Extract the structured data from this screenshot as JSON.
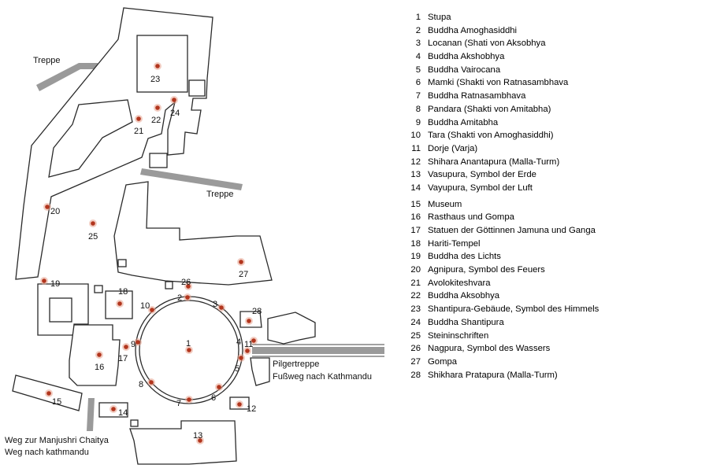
{
  "map": {
    "labels": {
      "stairs_top": "Treppe",
      "stairs_mid": "Treppe",
      "pilgrim_stairs": "Pilgertreppe",
      "footpath": "Fußweg nach Kathmandu",
      "way_manjushri": "Weg zur Manjushri Chaitya",
      "way_kathmandu": "Weg nach kathmandu"
    },
    "markers": [
      {
        "id": "1",
        "label": "1"
      },
      {
        "id": "2",
        "label": "2"
      },
      {
        "id": "3",
        "label": "3"
      },
      {
        "id": "4",
        "label": "4"
      },
      {
        "id": "5",
        "label": "5"
      },
      {
        "id": "6",
        "label": "6"
      },
      {
        "id": "7",
        "label": "7"
      },
      {
        "id": "8",
        "label": "8"
      },
      {
        "id": "9",
        "label": "9"
      },
      {
        "id": "10",
        "label": "10"
      },
      {
        "id": "11",
        "label": "11"
      },
      {
        "id": "12",
        "label": "12"
      },
      {
        "id": "13",
        "label": "13"
      },
      {
        "id": "14",
        "label": "14"
      },
      {
        "id": "15",
        "label": "15"
      },
      {
        "id": "16",
        "label": "16"
      },
      {
        "id": "17",
        "label": "17"
      },
      {
        "id": "18",
        "label": "18"
      },
      {
        "id": "19",
        "label": "19"
      },
      {
        "id": "20",
        "label": "20"
      },
      {
        "id": "21",
        "label": "21"
      },
      {
        "id": "22",
        "label": "22"
      },
      {
        "id": "23",
        "label": "23"
      },
      {
        "id": "24",
        "label": "24"
      },
      {
        "id": "25",
        "label": "25"
      },
      {
        "id": "26",
        "label": "26"
      },
      {
        "id": "27",
        "label": "27"
      },
      {
        "id": "28",
        "label": "28"
      }
    ],
    "colors": {
      "marker": "#b2361e",
      "outline": "#2a2a2a",
      "stairs": "#9a9a9a"
    }
  },
  "legend": [
    {
      "num": "1",
      "text": "Stupa"
    },
    {
      "num": "2",
      "text": "Buddha Amoghasiddhi"
    },
    {
      "num": "3",
      "text": "Locanan (Shati von Aksobhya"
    },
    {
      "num": "4",
      "text": "Buddha Akshobhya"
    },
    {
      "num": "5",
      "text": "Buddha Vairocana"
    },
    {
      "num": "6",
      "text": "Mamki (Shakti von Ratnasambhava"
    },
    {
      "num": "7",
      "text": "Buddha Ratnasambhava"
    },
    {
      "num": "8",
      "text": "Pandara (Shakti von Amitabha)"
    },
    {
      "num": "9",
      "text": "Buddha Amitabha"
    },
    {
      "num": "10",
      "text": "Tara (Shakti von Amoghasiddhi)"
    },
    {
      "num": "11",
      "text": "Dorje (Varja)"
    },
    {
      "num": "12",
      "text": "Shihara Anantapura (Malla-Turm)"
    },
    {
      "num": "13",
      "text": "Vasupura, Symbol der Erde"
    },
    {
      "num": "14",
      "text": "Vayupura, Symbol der Luft"
    },
    {
      "num": "15",
      "text": "Museum"
    },
    {
      "num": "16",
      "text": "Rasthaus und Gompa"
    },
    {
      "num": "17",
      "text": "Statuen der Göttinnen Jamuna und Ganga"
    },
    {
      "num": "18",
      "text": "Hariti-Tempel"
    },
    {
      "num": "19",
      "text": "Buddha des Lichts"
    },
    {
      "num": "20",
      "text": "Agnipura, Symbol des Feuers"
    },
    {
      "num": "21",
      "text": "Avolokiteshvara"
    },
    {
      "num": "22",
      "text": "Buddha Aksobhya"
    },
    {
      "num": "23",
      "text": "Shantipura-Gebäude, Symbol des Himmels"
    },
    {
      "num": "24",
      "text": "Buddha Shantipura"
    },
    {
      "num": "25",
      "text": "Steininschriften"
    },
    {
      "num": "26",
      "text": "Nagpura, Symbol des Wassers"
    },
    {
      "num": "27",
      "text": "Gompa"
    },
    {
      "num": "28",
      "text": "Shikhara Pratapura (Malla-Turm)"
    }
  ]
}
